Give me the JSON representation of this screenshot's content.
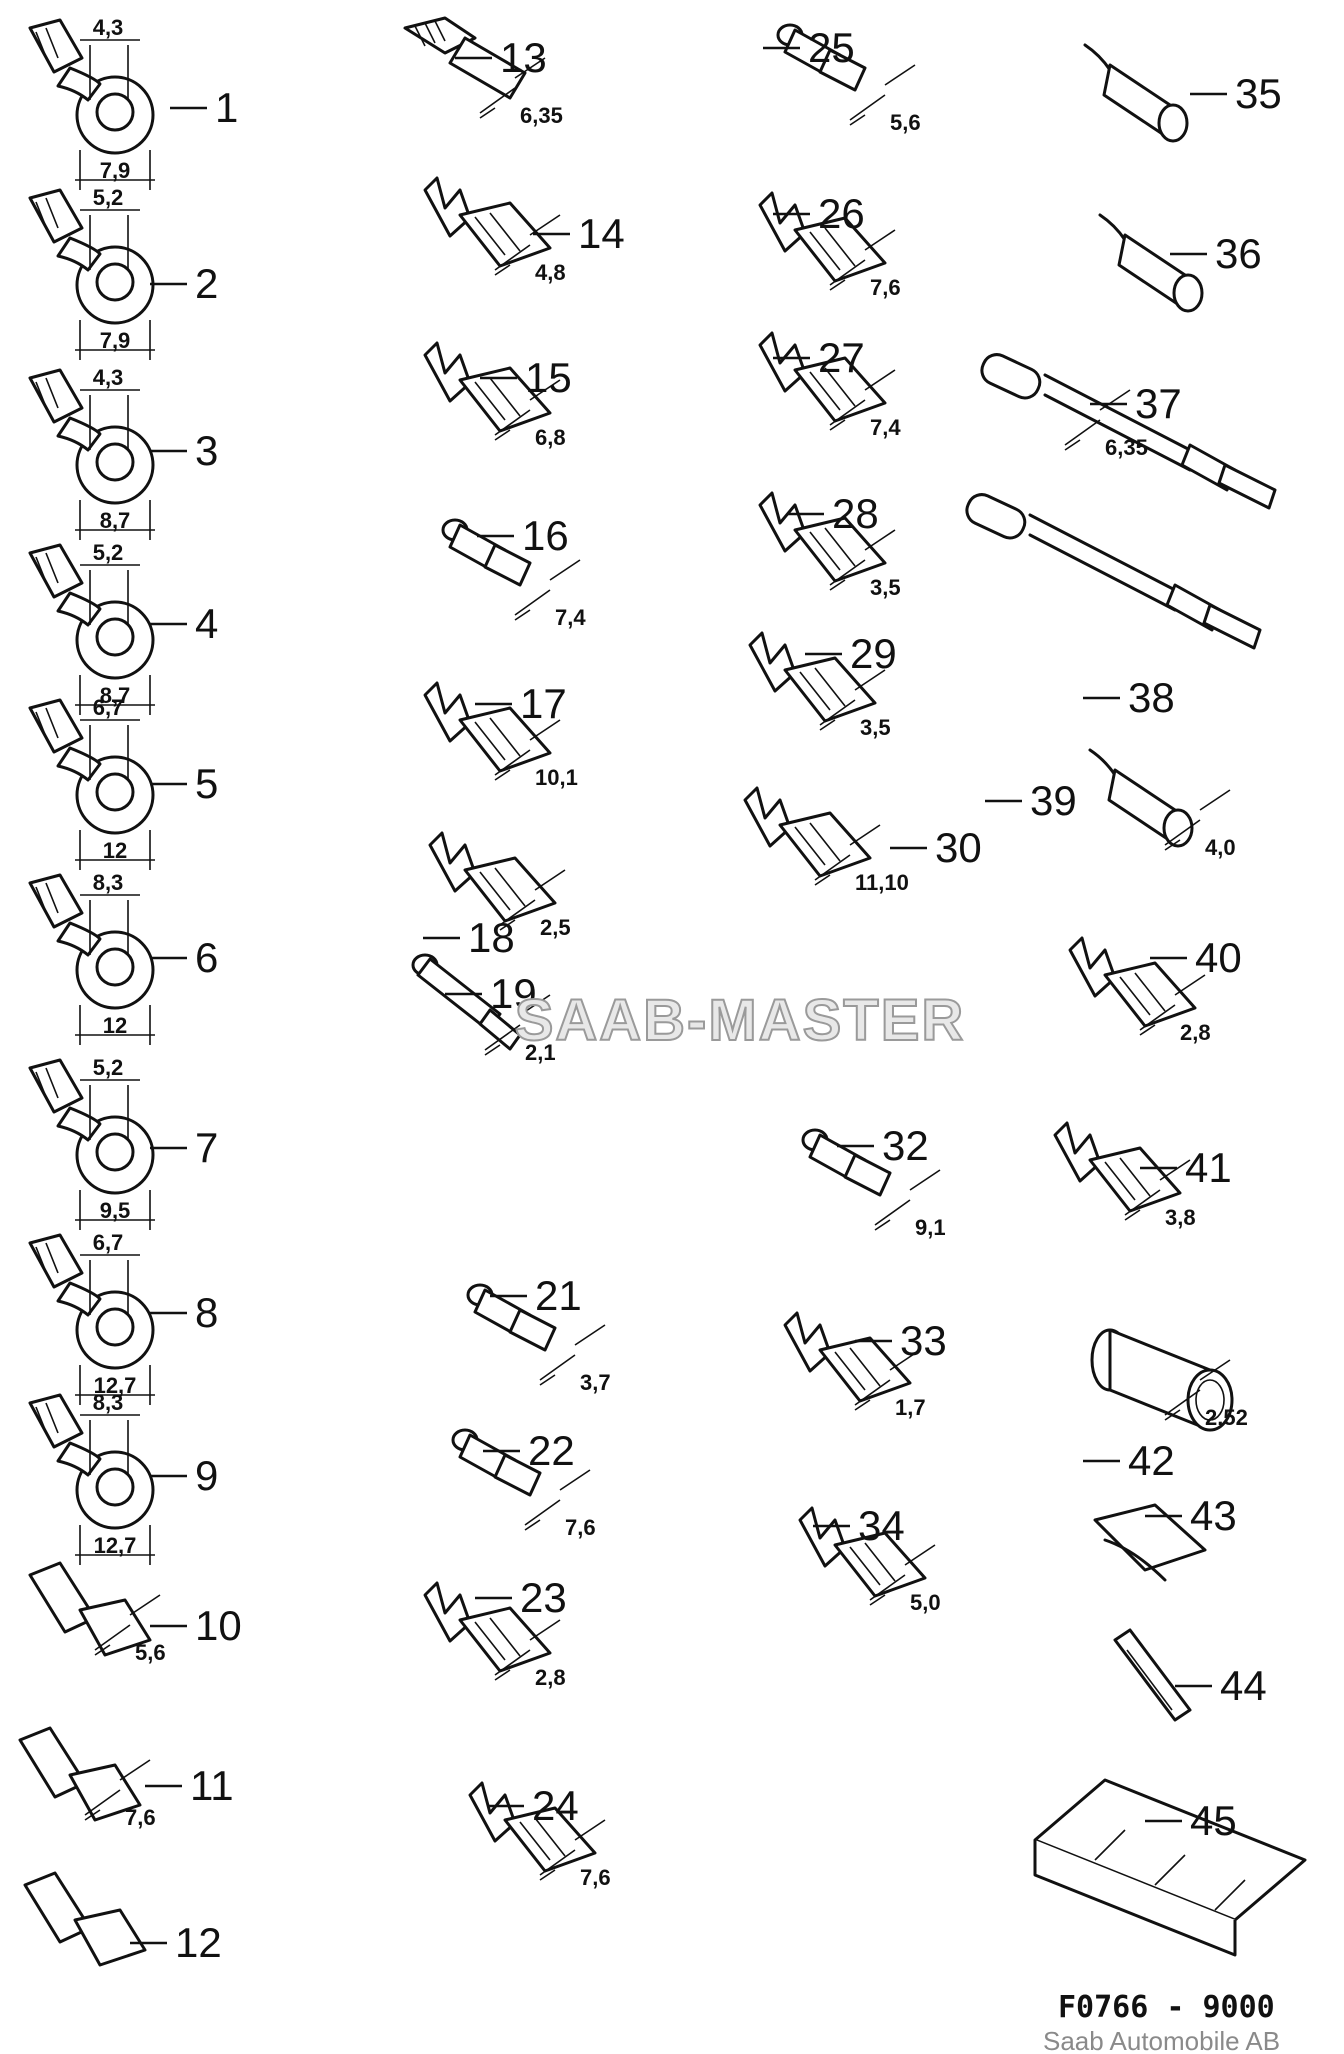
{
  "parts": [
    {
      "id": "1",
      "dim_top": "4,3",
      "dim_bottom": "7,9",
      "kind": "ring",
      "col": 0
    },
    {
      "id": "2",
      "dim_top": "5,2",
      "dim_bottom": "7,9",
      "kind": "ring",
      "col": 0
    },
    {
      "id": "3",
      "dim_top": "4,3",
      "dim_bottom": "8,7",
      "kind": "ring",
      "col": 0
    },
    {
      "id": "4",
      "dim_top": "5,2",
      "dim_bottom": "8,7",
      "kind": "ring",
      "col": 0
    },
    {
      "id": "5",
      "dim_top": "6,7",
      "dim_bottom": "12",
      "kind": "ring",
      "col": 0
    },
    {
      "id": "6",
      "dim_top": "8,3",
      "dim_bottom": "12",
      "kind": "ring",
      "col": 0
    },
    {
      "id": "7",
      "dim_top": "5,2",
      "dim_bottom": "9,5",
      "kind": "ring",
      "col": 0
    },
    {
      "id": "8",
      "dim_top": "6,7",
      "dim_bottom": "12,7",
      "kind": "ring",
      "col": 0
    },
    {
      "id": "9",
      "dim_top": "8,3",
      "dim_bottom": "12,7",
      "kind": "ring",
      "col": 0
    },
    {
      "id": "10",
      "dim": "5,6",
      "kind": "flat",
      "col": 0
    },
    {
      "id": "11",
      "dim": "7,6",
      "kind": "flat",
      "col": 0
    },
    {
      "id": "12",
      "dim": "",
      "kind": "flat",
      "col": 0
    },
    {
      "id": "13",
      "dim": "6,35",
      "kind": "spade",
      "col": 1
    },
    {
      "id": "14",
      "dim": "4,8",
      "kind": "crimp",
      "col": 1
    },
    {
      "id": "15",
      "dim": "6,8",
      "kind": "crimp",
      "col": 1
    },
    {
      "id": "16",
      "dim": "7,4",
      "kind": "bullet",
      "col": 1
    },
    {
      "id": "17",
      "dim": "10,1",
      "kind": "crimp",
      "col": 1
    },
    {
      "id": "18",
      "dim": "2,5",
      "kind": "crimp",
      "col": 1
    },
    {
      "id": "19",
      "dim": "2,1",
      "kind": "pin",
      "col": 1
    },
    {
      "id": "21",
      "dim": "3,7",
      "kind": "bullet",
      "col": 1
    },
    {
      "id": "22",
      "dim": "7,6",
      "kind": "bullet",
      "col": 1
    },
    {
      "id": "23",
      "dim": "2,8",
      "kind": "crimp",
      "col": 1
    },
    {
      "id": "24",
      "dim": "7,6",
      "kind": "crimp",
      "col": 1
    },
    {
      "id": "25",
      "dim": "5,6",
      "kind": "bullet",
      "col": 2
    },
    {
      "id": "26",
      "dim": "7,6",
      "kind": "crimp",
      "col": 2
    },
    {
      "id": "27",
      "dim": "7,4",
      "kind": "crimp",
      "col": 2
    },
    {
      "id": "28",
      "dim": "3,5",
      "kind": "crimp",
      "col": 2
    },
    {
      "id": "29",
      "dim": "3,5",
      "kind": "crimp",
      "col": 2
    },
    {
      "id": "30",
      "dim": "11,10",
      "kind": "crimp",
      "col": 2
    },
    {
      "id": "32",
      "dim": "9,1",
      "kind": "bullet",
      "col": 2
    },
    {
      "id": "33",
      "dim": "1,7",
      "kind": "crimp",
      "col": 2
    },
    {
      "id": "34",
      "dim": "5,0",
      "kind": "crimp",
      "col": 2
    },
    {
      "id": "35",
      "dim": "",
      "kind": "sleeve",
      "col": 3
    },
    {
      "id": "36",
      "dim": "",
      "kind": "sleeve",
      "col": 3
    },
    {
      "id": "37",
      "dim": "6,35",
      "kind": "lead",
      "col": 3
    },
    {
      "id": "38",
      "dim": "",
      "kind": "lead",
      "col": 3
    },
    {
      "id": "39",
      "dim": "4,0",
      "kind": "sleeve",
      "col": 3
    },
    {
      "id": "40",
      "dim": "2,8",
      "kind": "crimp",
      "col": 3
    },
    {
      "id": "41",
      "dim": "3,8",
      "kind": "crimp",
      "col": 3
    },
    {
      "id": "42",
      "dim": "2.52",
      "kind": "socket",
      "col": 3
    },
    {
      "id": "43",
      "dim": "",
      "kind": "clip",
      "col": 3
    },
    {
      "id": "44",
      "dim": "",
      "kind": "fuse",
      "col": 3
    },
    {
      "id": "45",
      "dim": "",
      "kind": "holder",
      "col": 3
    }
  ],
  "watermark": "SAAB-MASTER",
  "drawing_code": "F0766 - 9000",
  "copyright": "Saab Automobile AB"
}
